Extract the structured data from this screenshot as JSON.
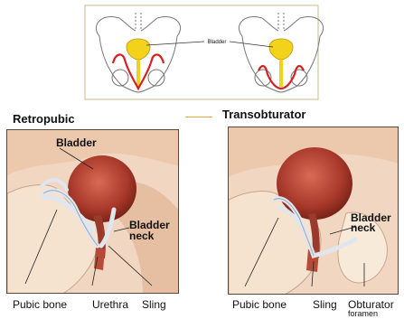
{
  "top_diagram": {
    "bladder_label": "Bladder"
  },
  "panels": [
    {
      "title": "Retropubic",
      "labels": {
        "bladder": "Bladder",
        "bladder_neck_1": "Bladder",
        "bladder_neck_2": "neck"
      },
      "bottom_labels": [
        "Pubic bone",
        "Urethra",
        "Sling"
      ]
    },
    {
      "title": "Transobturator",
      "labels": {
        "bladder_neck_1": "Bladder",
        "bladder_neck_2": "neck"
      },
      "bottom_labels": [
        "Pubic bone",
        "Sling",
        "Obturator",
        "foramen"
      ]
    }
  ],
  "colors": {
    "bladder_yellow": "#f2d21a",
    "sling_red": "#d42020",
    "bladder_red": "#a8382a",
    "skin": "#f1d7c1",
    "frame": "#5a4636"
  }
}
